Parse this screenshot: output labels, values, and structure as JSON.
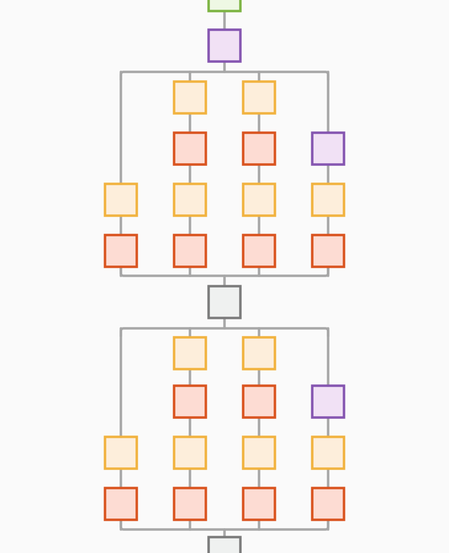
{
  "palette": {
    "background": "#fafafa",
    "connector": "#a6a6a6",
    "kinds": {
      "input": {
        "fill": "#eef8e4",
        "stroke": "#7cb342"
      },
      "purple": {
        "fill": "#f1e1f5",
        "stroke": "#8454b0"
      },
      "yellow": {
        "fill": "#fdeedb",
        "stroke": "#f1b23e"
      },
      "orange": {
        "fill": "#fddcd3",
        "stroke": "#d9531e"
      },
      "gray": {
        "fill": "#eff1f0",
        "stroke": "#7a7a7a"
      }
    }
  },
  "diagram": {
    "top_input": "input",
    "block_head": "purple",
    "junction": "gray",
    "bottom_output": "gray",
    "blocks": [
      {
        "branches": [
          [
            "yellow",
            "orange"
          ],
          [
            "yellow",
            "orange",
            "yellow",
            "orange"
          ],
          [
            "yellow",
            "orange",
            "yellow",
            "orange"
          ],
          [
            "purple",
            "yellow",
            "orange"
          ]
        ]
      },
      {
        "branches": [
          [
            "yellow",
            "orange"
          ],
          [
            "yellow",
            "orange",
            "yellow",
            "orange"
          ],
          [
            "yellow",
            "orange",
            "yellow",
            "orange"
          ],
          [
            "purple",
            "yellow",
            "orange"
          ]
        ]
      }
    ]
  }
}
